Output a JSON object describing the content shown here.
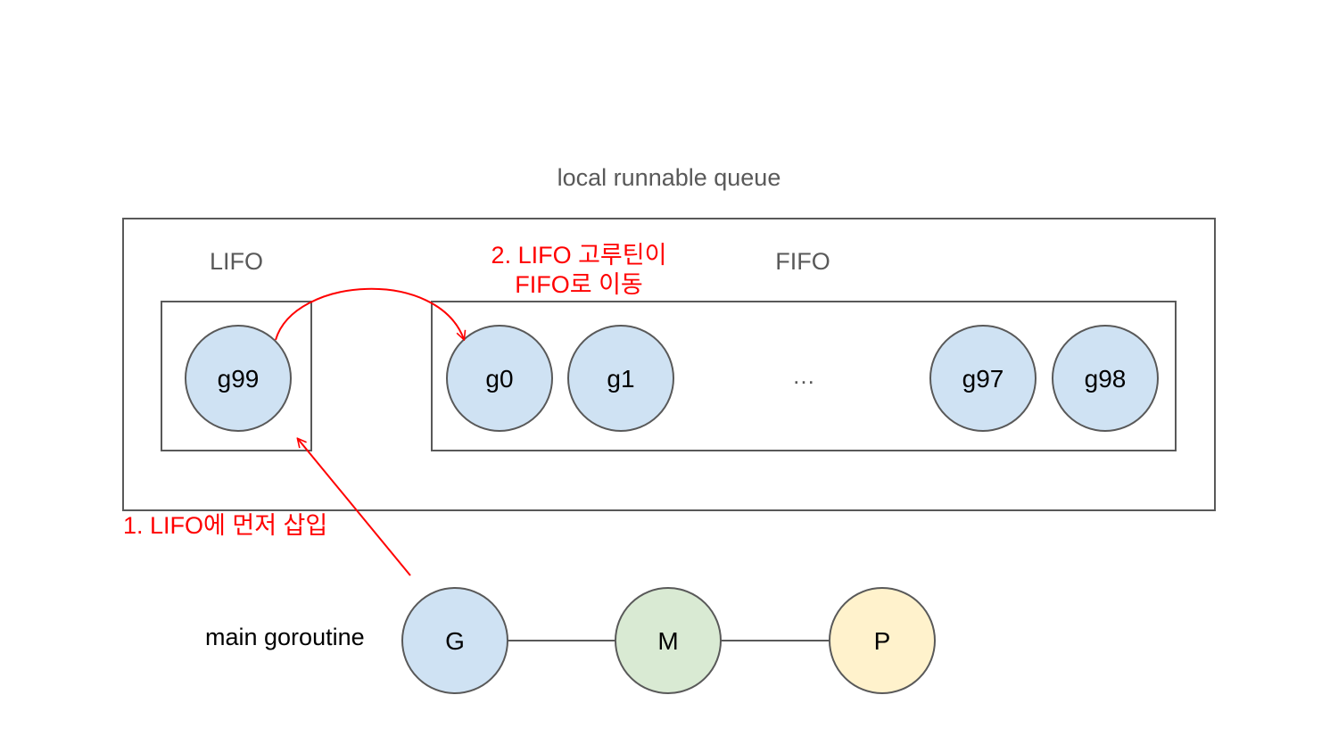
{
  "title": "local runnable queue",
  "lifo": {
    "label": "LIFO",
    "goroutine": "g99"
  },
  "fifo": {
    "label": "FIFO",
    "goroutines": [
      "g0",
      "g1",
      "g97",
      "g98"
    ],
    "ellipsis": "…"
  },
  "annotations": {
    "step1": "1. LIFO에 먼저 삽입",
    "step2_line1": "2. LIFO 고루틴이",
    "step2_line2": "FIFO로 이동"
  },
  "gmp": {
    "label": "main goroutine",
    "g": "G",
    "m": "M",
    "p": "P"
  },
  "colors": {
    "goroutine_fill": "#cfe2f3",
    "m_fill": "#d9ead3",
    "p_fill": "#fff2cc",
    "annotation": "#ff0000",
    "outline": "#595959"
  }
}
